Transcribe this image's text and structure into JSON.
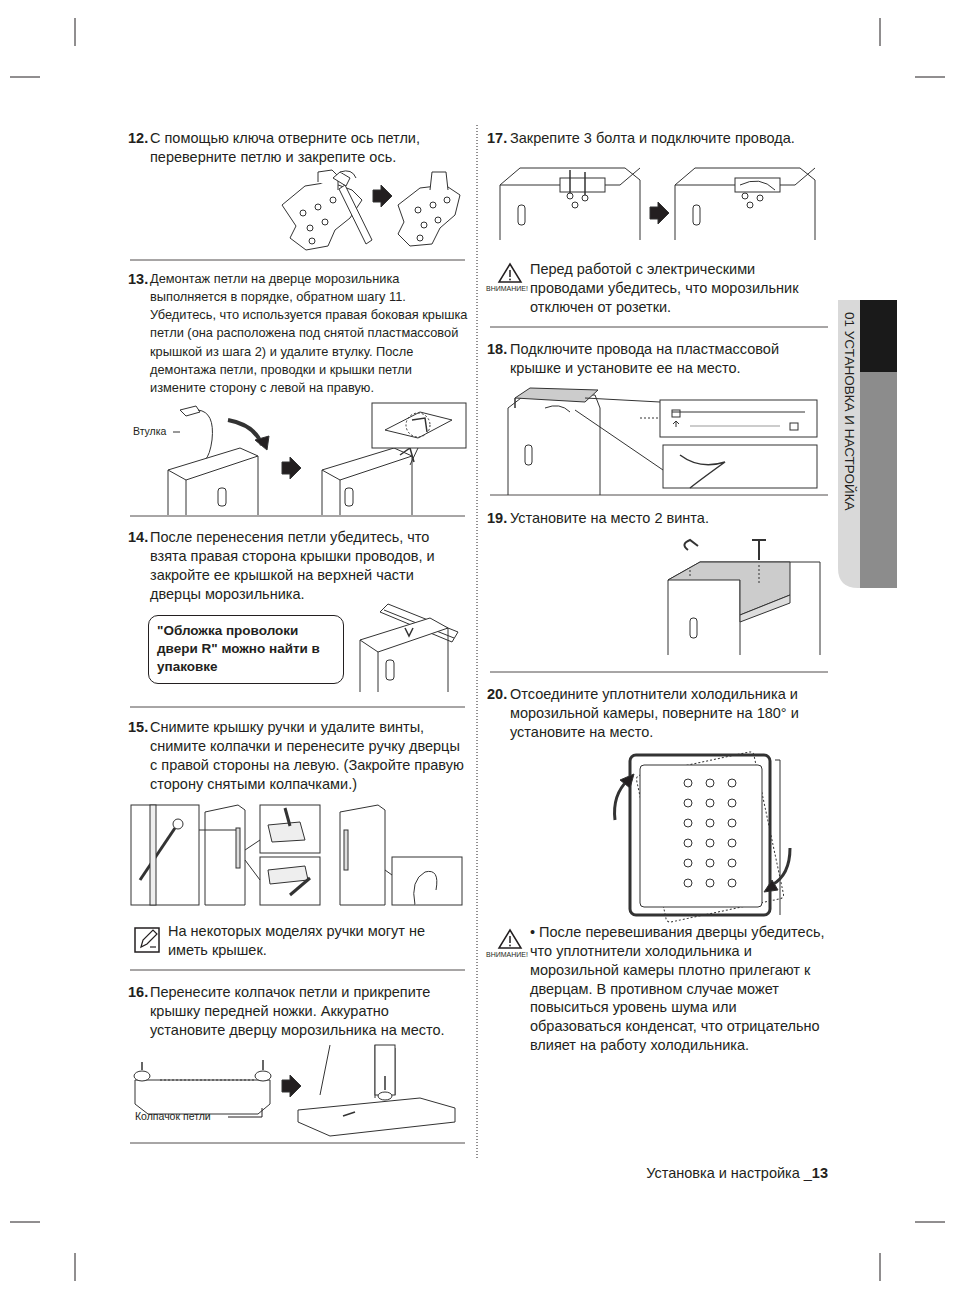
{
  "diagram": {
    "nodes": [
      {
        "text": [
          "\"Обложка проволоки двери R\" можно найти в упаковке"
        ]
      }
    ],
    "labels": [
      "12.",
      "С помощью ключа отверните ось петли, переверните петлю и закрепите ось.",
      "13.",
      "Демонтаж петли на дверце морозильника выполняется в порядке, обратном шагу 11. Убедитесь, что используется правая боковая крышка петли (она расположена под снятой пластмассовой крышкой из шага 2) и удалите втулку. После демонтажа петли, проводки и крышки петли измените сторону с левой на правую.",
      "Втулка",
      "14.",
      "После перенесения петли убедитесь, что взята правая сторона крышки проводов, и закройте ее крышкой на верхней части дверцы морозильника.",
      "15.",
      "Снимите крышку ручки и удалите винты, снимите колпачки и перенесите ручку дверцы с правой стороны на левую. (Закройте правую сторону снятыми колпачками.)",
      "На некоторых моделях ручки могут не иметь крышек.",
      "16.",
      "Перенесите колпачок петли и прикрепите крышку передней ножки. Аккуратно установите дверцу морозильника на место.",
      "Колпачок петли",
      "17.",
      "Закрепите 3 болта и подключите провода.",
      "ВНИМАНИЕ!",
      "Перед работой с электрическими проводами убедитесь, что морозильник отключен от розетки.",
      "18.",
      "Подключите провода на пластмассовой крышке и установите ее на место.",
      "19.",
      "Установите на место 2 винта.",
      "20.",
      "Отсоедините уплотнители холодильника и морозильной камеры, поверните на 180° и установите на место.",
      "ВНИМАНИЕ!",
      "• После перевешивания дверцы убедитесь, что уплотнители холодильника и морозильной камеры плотно прилегают к дверцам. В противном случае может повыситься уровень шума или образоваться конденсат, что отрицательно влияет на работу холодильника.",
      "01 УСТАНОВКА И НАСТРОЙКА",
      "Установка и настройка _",
      "13"
    ]
  }
}
